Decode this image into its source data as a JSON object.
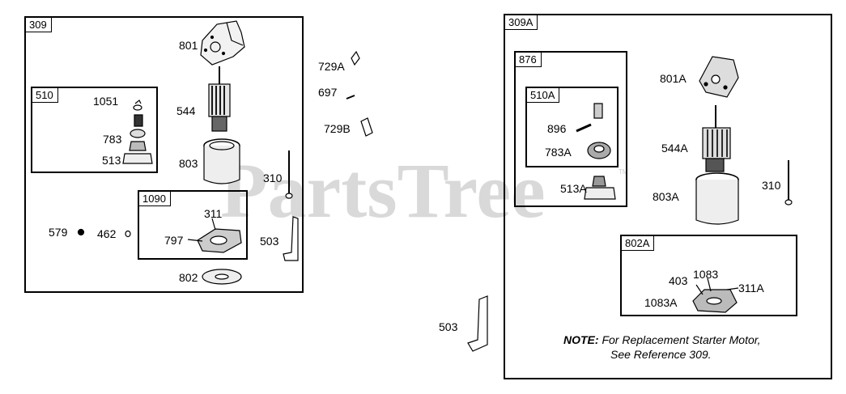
{
  "watermark": "PartsTree",
  "watermark_tm": "TM",
  "groups": {
    "g309": "309",
    "g510": "510",
    "g1090": "1090",
    "g309A": "309A",
    "g876": "876",
    "g510A": "510A",
    "g802A": "802A"
  },
  "labels": {
    "p801": "801",
    "p1051": "1051",
    "p544": "544",
    "p783": "783",
    "p513": "513",
    "p803": "803",
    "p310": "310",
    "p311": "311",
    "p797": "797",
    "p579": "579",
    "p462": "462",
    "p503": "503",
    "p802": "802",
    "p729A": "729A",
    "p697": "697",
    "p729B": "729B",
    "p503b": "503",
    "p801A": "801A",
    "p896": "896",
    "p783A": "783A",
    "p513A": "513A",
    "p544A": "544A",
    "p310b": "310",
    "p803A": "803A",
    "p403": "403",
    "p1083": "1083",
    "p1083A": "1083A",
    "p311A": "311A"
  },
  "note": {
    "prefix": "NOTE:",
    "line1": "For Replacement Starter Motor,",
    "line2": "See Reference 309."
  }
}
